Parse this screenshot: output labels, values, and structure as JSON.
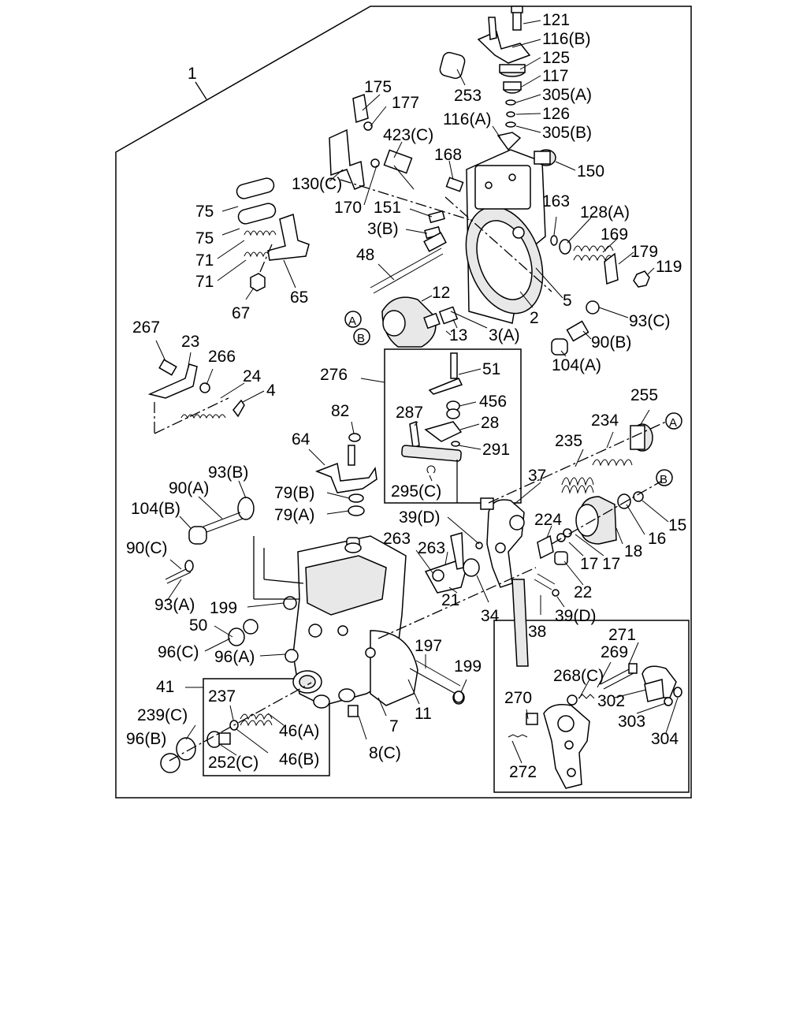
{
  "diagram": {
    "labels": {
      "l1": "1",
      "l121": "121",
      "l116B": "116(B)",
      "l125": "125",
      "l117": "117",
      "l305A": "305(A)",
      "l126": "126",
      "l305B": "305(B)",
      "l253": "253",
      "l116A": "116(A)",
      "l150": "150",
      "l175": "175",
      "l177": "177",
      "l423C": "423(C)",
      "l168": "168",
      "l130C": "130(C)",
      "l170": "170",
      "l151": "151",
      "l3B": "3(B)",
      "l163": "163",
      "l128A": "128(A)",
      "l169": "169",
      "l179": "179",
      "l119": "119",
      "l75a": "75",
      "l75b": "75",
      "l71a": "71",
      "l71b": "71",
      "l48": "48",
      "l12": "12",
      "l65": "65",
      "l67": "67",
      "l5": "5",
      "l2": "2",
      "l93C": "93(C)",
      "l13": "13",
      "l3A": "3(A)",
      "l90B": "90(B)",
      "l104A": "104(A)",
      "l267": "267",
      "l23": "23",
      "l266": "266",
      "l24": "24",
      "l4": "4",
      "l276": "276",
      "l51": "51",
      "l456": "456",
      "l287": "287",
      "l28": "28",
      "l291": "291",
      "l295C": "295(C)",
      "l255": "255",
      "l234": "234",
      "l235": "235",
      "l82": "82",
      "l64": "64",
      "l93B": "93(B)",
      "l90A": "90(A)",
      "l104B": "104(B)",
      "l79B": "79(B)",
      "l79A": "79(A)",
      "l37": "37",
      "l15": "15",
      "l16": "16",
      "l39Da": "39(D)",
      "l224": "224",
      "l263a": "263",
      "l263b": "263",
      "l17a": "17",
      "l17b": "17",
      "l18": "18",
      "l90C": "90(C)",
      "l22": "22",
      "l93A": "93(A)",
      "l199a": "199",
      "l21": "21",
      "l34": "34",
      "l38": "38",
      "l39Db": "39(D)",
      "l50": "50",
      "l271": "271",
      "l96C": "96(C)",
      "l96A": "96(A)",
      "l269": "269",
      "l197": "197",
      "l199b": "199",
      "l268C": "268(C)",
      "l41": "41",
      "l237": "237",
      "l270": "270",
      "l302": "302",
      "l239C": "239(C)",
      "l46A": "46(A)",
      "l11": "11",
      "l7": "7",
      "l303": "303",
      "l304": "304",
      "l96B": "96(B)",
      "l252C": "252(C)",
      "l46B": "46(B)",
      "l8C": "8(C)",
      "l272": "272",
      "refA1": "A",
      "refB1": "B",
      "refA2": "A",
      "refB2": "B"
    }
  }
}
